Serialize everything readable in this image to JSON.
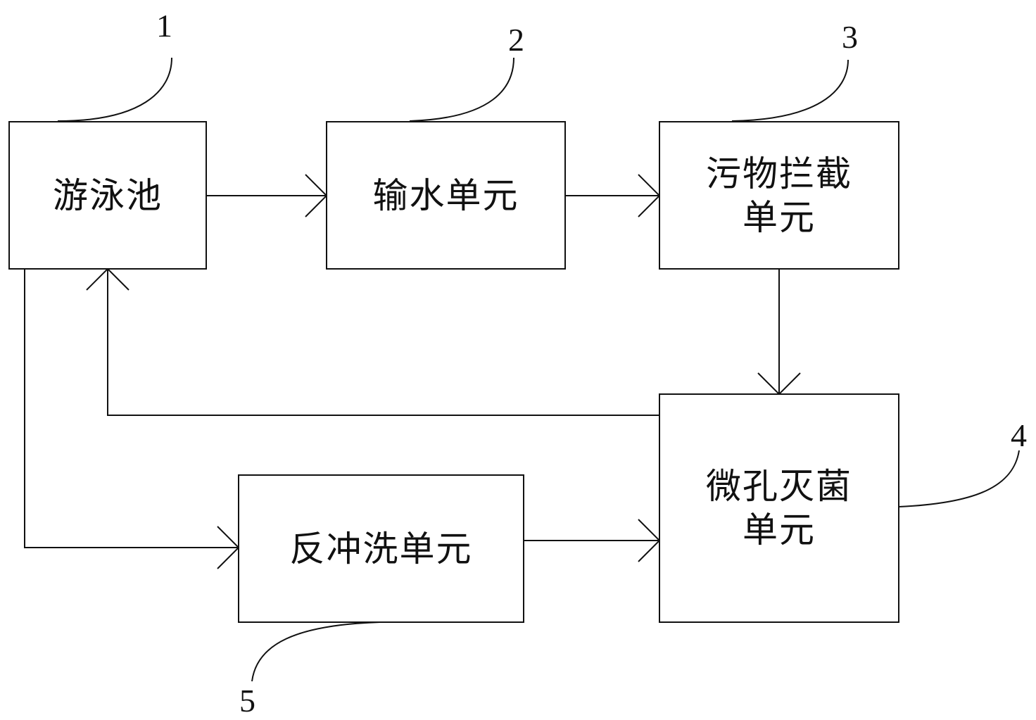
{
  "colors": {
    "stroke": "#111111",
    "background": "#ffffff"
  },
  "nodes": {
    "pool": {
      "id": "1",
      "lines": [
        "游泳池"
      ]
    },
    "water_delivery": {
      "id": "2",
      "lines": [
        "输水单元"
      ]
    },
    "pollutant_interception": {
      "id": "3",
      "lines": [
        "污物拦截",
        "单元"
      ]
    },
    "micropore_sterilization": {
      "id": "4",
      "lines": [
        "微孔灭菌",
        "单元"
      ]
    },
    "backwash": {
      "id": "5",
      "lines": [
        "反冲洗单元"
      ]
    }
  },
  "edges": [
    {
      "from": "1",
      "to": "2"
    },
    {
      "from": "2",
      "to": "3"
    },
    {
      "from": "3",
      "to": "4"
    },
    {
      "from": "4",
      "to": "1"
    },
    {
      "from": "1",
      "to": "5"
    },
    {
      "from": "5",
      "to": "4"
    }
  ],
  "callouts": {
    "c1": "1",
    "c2": "2",
    "c3": "3",
    "c4": "4",
    "c5": "5"
  }
}
